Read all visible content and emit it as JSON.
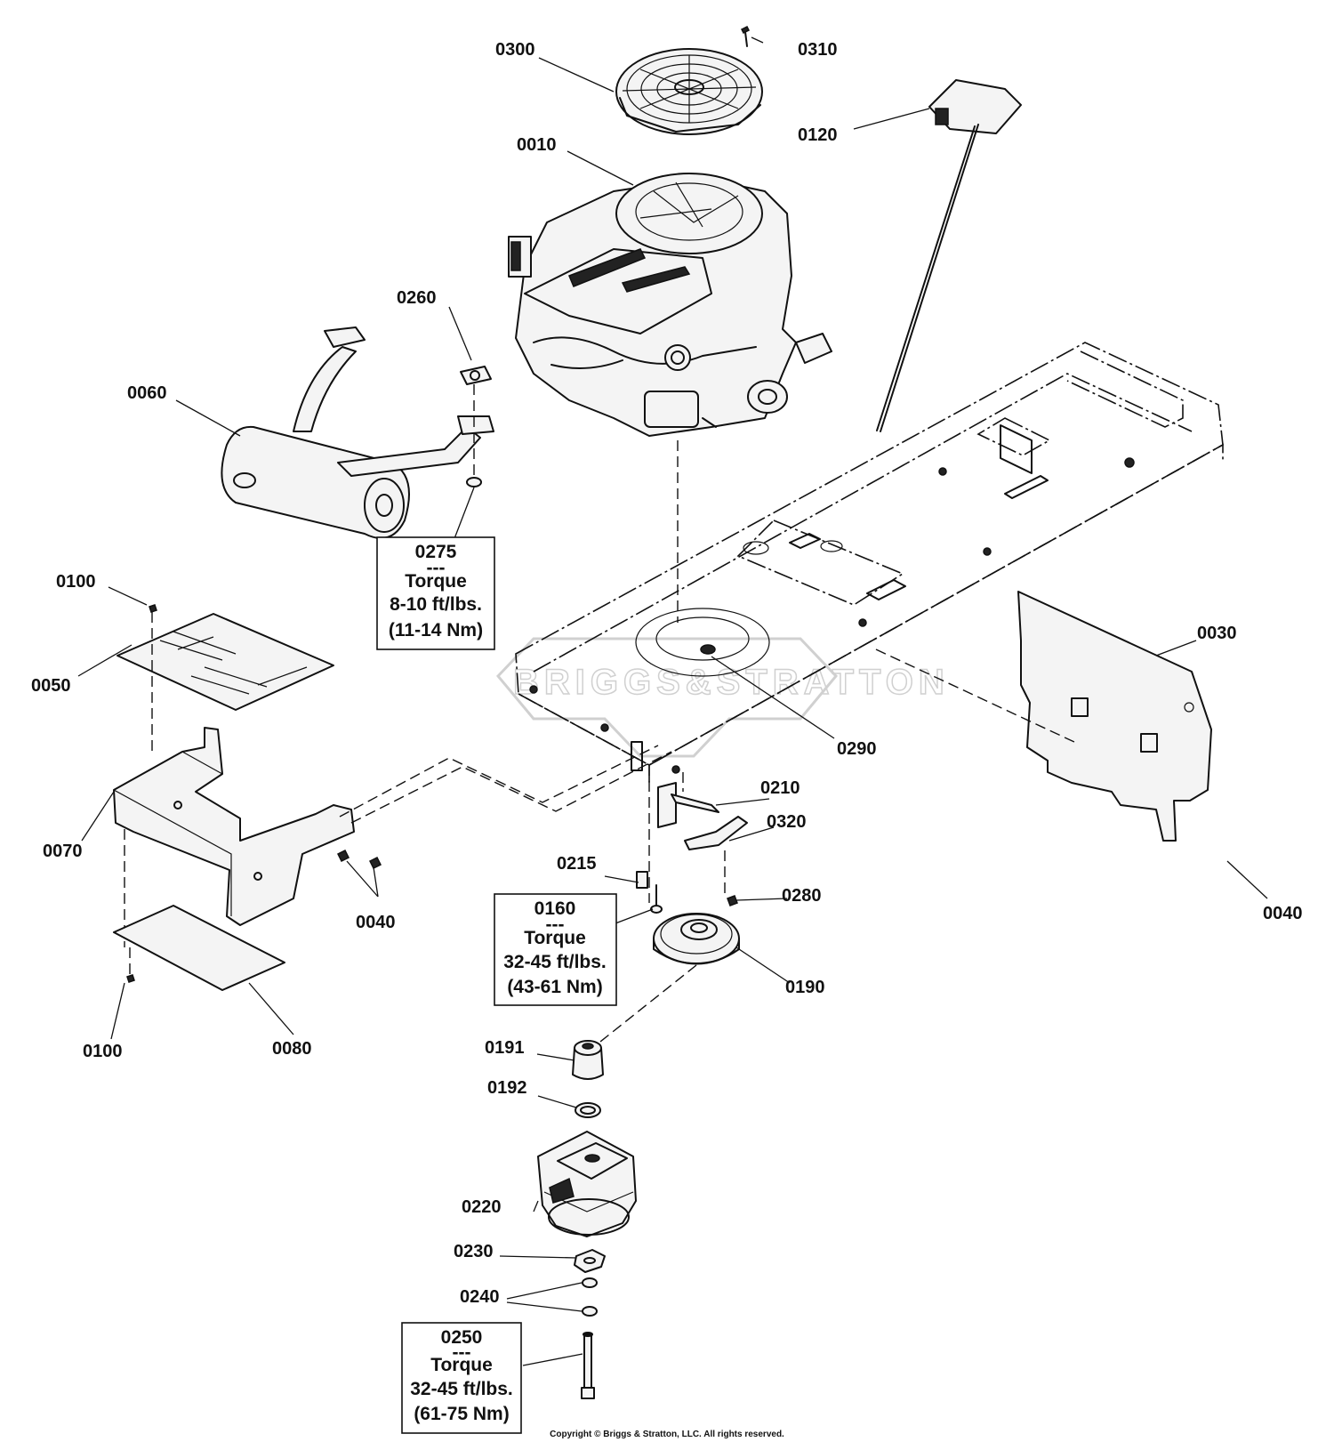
{
  "labels": {
    "l0300": "0300",
    "l0310": "0310",
    "l0120": "0120",
    "l0010": "0010",
    "l0260": "0260",
    "l0060": "0060",
    "l0100a": "0100",
    "l0050": "0050",
    "l0070": "0070",
    "l0040a": "0040",
    "l0080": "0080",
    "l0100b": "0100",
    "l0030": "0030",
    "l0040b": "0040",
    "l0290": "0290",
    "l0210": "0210",
    "l0320": "0320",
    "l0215": "0215",
    "l0280": "0280",
    "l0190": "0190",
    "l0191": "0191",
    "l0192": "0192",
    "l0220": "0220",
    "l0230": "0230",
    "l0240": "0240"
  },
  "callouts": {
    "c0275": {
      "part": "0275",
      "sep": "---",
      "word": "Torque",
      "spec": "8-10 ft/lbs.",
      "metric": "(11-14 Nm)"
    },
    "c0160": {
      "part": "0160",
      "sep": "---",
      "word": "Torque",
      "spec": "32-45 ft/lbs.",
      "metric": "(43-61 Nm)"
    },
    "c0250": {
      "part": "0250",
      "sep": "---",
      "word": "Torque",
      "spec": "32-45 ft/lbs.",
      "metric": "(61-75 Nm)"
    }
  },
  "watermark": "BRIGGS&STRATTON",
  "copyright": "Copyright © Briggs & Stratton, LLC. All rights reserved."
}
